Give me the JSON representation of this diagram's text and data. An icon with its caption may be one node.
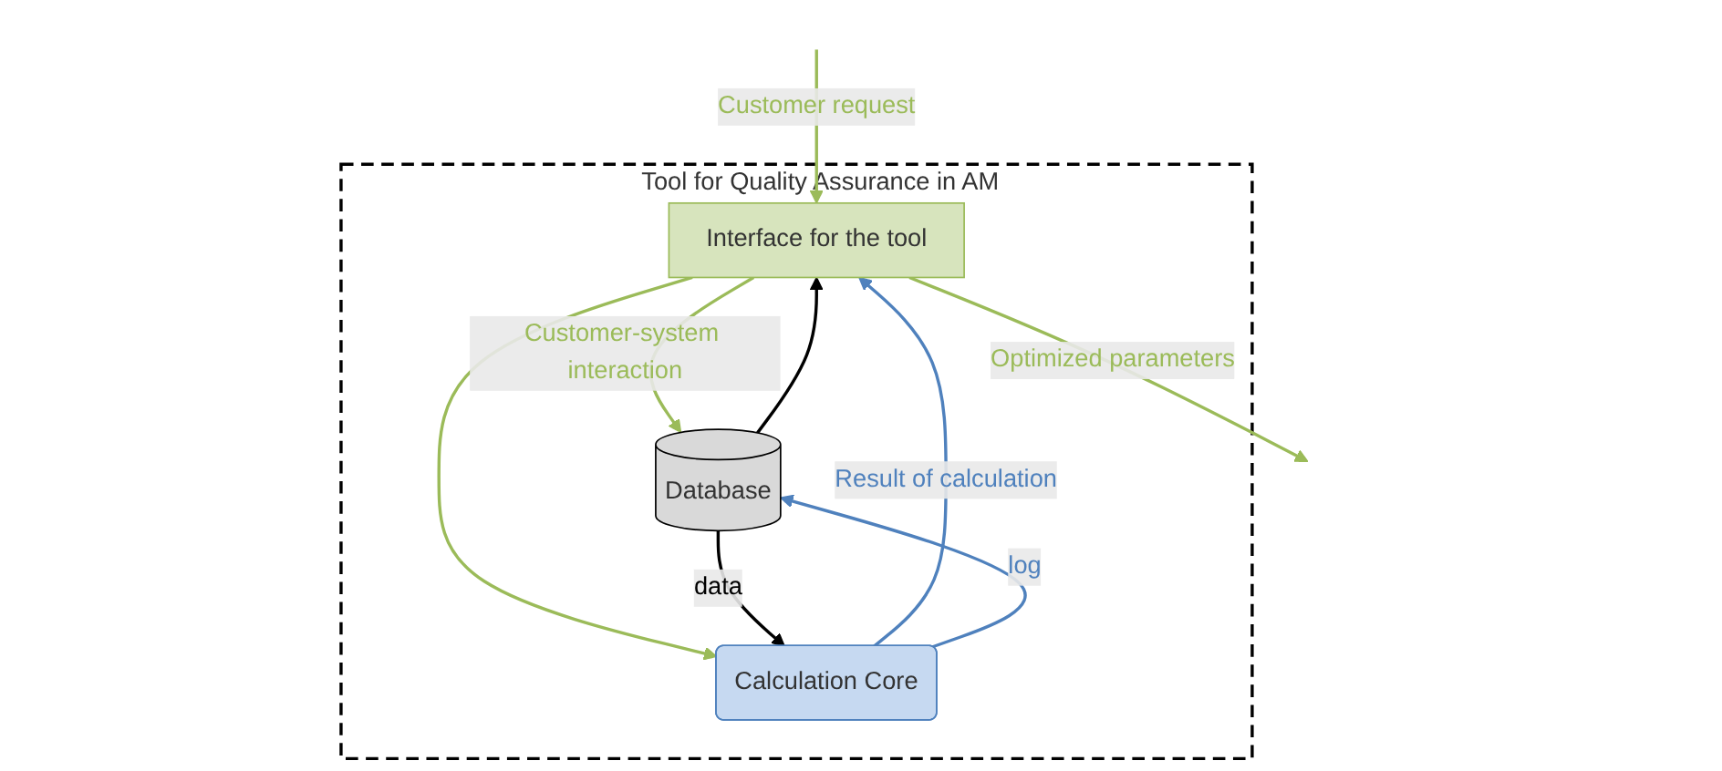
{
  "diagram": {
    "nodes": [
      {
        "text": [
          "Tool for Quality Assurance in AM"
        ]
      },
      {
        "text": [
          "Interface for the tool"
        ],
        "in": 0
      },
      {
        "text": [
          "Database"
        ],
        "in": 0
      },
      {
        "text": [
          "Calculation Core"
        ],
        "in": 0
      }
    ],
    "edges": [
      {
        "from": null,
        "to": 1,
        "arrow": "to",
        "label": "Customer request"
      },
      {
        "from": 1,
        "to": null,
        "arrow": "to",
        "label": "Optimized parameters"
      },
      {
        "from": 2,
        "to": 1,
        "arrow": "to",
        "color": "#000000"
      },
      {
        "from": 1,
        "to": 2,
        "arrow": "to",
        "label": "Customer-system interaction"
      },
      {
        "from": 1,
        "to": 3,
        "arrow": "to"
      },
      {
        "from": 3,
        "to": 1,
        "arrow": "to",
        "label": "Result of calculation",
        "color": "#4f81bd"
      },
      {
        "from": 2,
        "to": 3,
        "arrow": "to",
        "label": "data",
        "color": "#000000"
      },
      {
        "from": 3,
        "to": 2,
        "arrow": "to",
        "label": "log",
        "color": "#4f81bd"
      }
    ]
  }
}
